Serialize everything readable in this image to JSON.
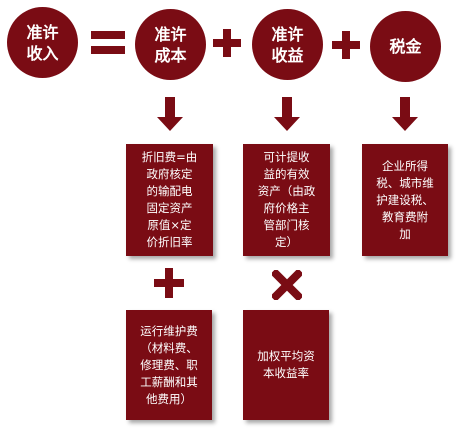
{
  "circles": {
    "allowed_revenue": "准许\n收入",
    "allowed_cost": "准许\n成本",
    "allowed_return": "准许\n收益",
    "tax": "税金"
  },
  "boxes": {
    "depreciation": "折旧费=由\n政府核定\n的输配电\n固定资产\n原值×定\n价折旧率",
    "effective_assets": "可计提收\n益的有效\n资产（由政\n府价格主\n管部门核\n定）",
    "tax_items": "企业所得\n税、城市维\n护建设税、\n教育费附\n加",
    "operation_cost": "运行维护费\n（材料费、\n修理费、职\n工薪酬和其\n他费用）",
    "wacc": "加权平均资\n本收益率"
  },
  "colors": {
    "primary": "#7a0c14"
  }
}
